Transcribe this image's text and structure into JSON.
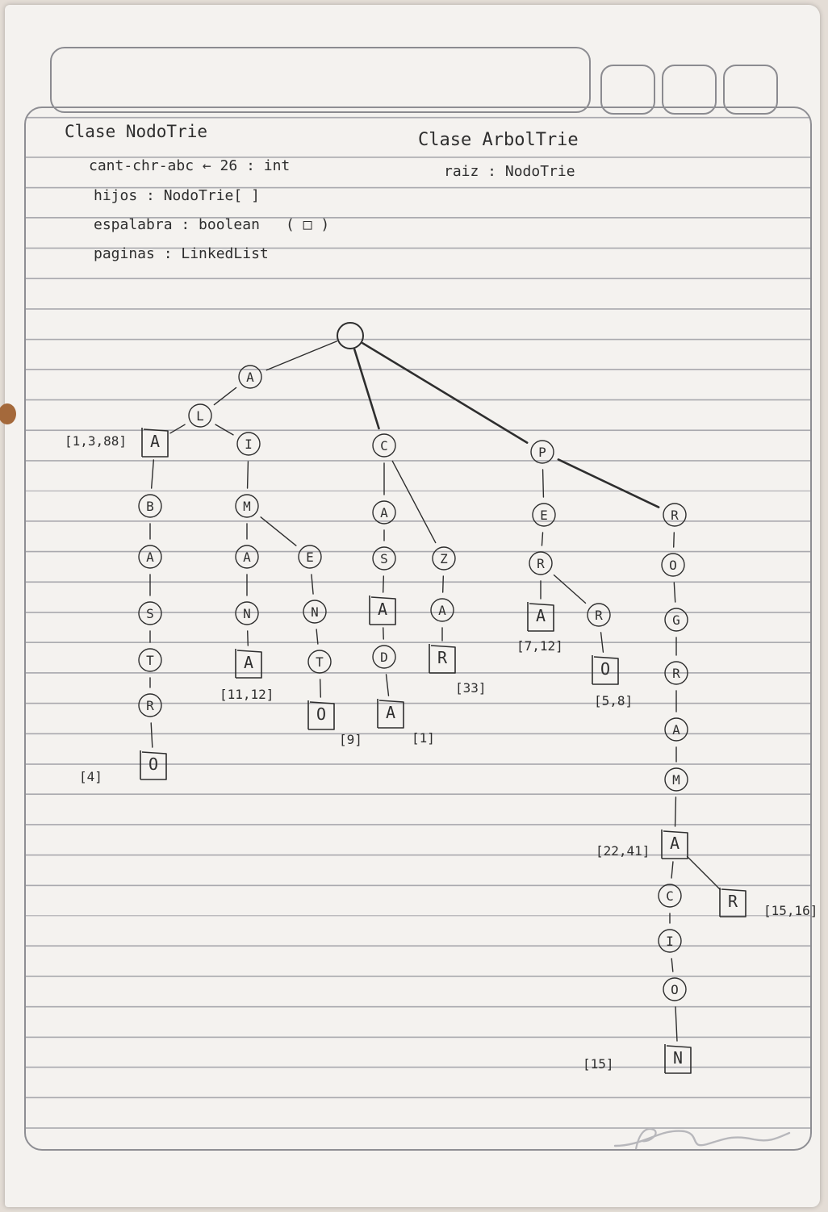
{
  "class_nodo": {
    "title": "Clase NodoTrie",
    "attrs": [
      "cant-chr-abc ← 26 : int",
      "hijos : NodoTrie[ ]",
      "espalabra : boolean",
      "paginas : LinkedList"
    ],
    "box_note": "( □ )"
  },
  "class_arbol": {
    "title": "Clase ArbolTrie",
    "attr": "raiz : NodoTrie"
  },
  "trie": {
    "nodes": [
      {
        "id": "root",
        "letter": ""
      },
      {
        "id": "a1",
        "letter": "A"
      },
      {
        "id": "l1",
        "letter": "L"
      },
      {
        "id": "a2",
        "letter": "A",
        "word_end": true,
        "pages": "[1,3,88]"
      },
      {
        "id": "b1",
        "letter": "B"
      },
      {
        "id": "a3",
        "letter": "A"
      },
      {
        "id": "s1",
        "letter": "S"
      },
      {
        "id": "t1",
        "letter": "T"
      },
      {
        "id": "r1",
        "letter": "R"
      },
      {
        "id": "o1",
        "letter": "O",
        "word_end": true,
        "pages": "[4]"
      },
      {
        "id": "i1",
        "letter": "I"
      },
      {
        "id": "m1",
        "letter": "M"
      },
      {
        "id": "a4",
        "letter": "A"
      },
      {
        "id": "n1",
        "letter": "N"
      },
      {
        "id": "a5",
        "letter": "A",
        "word_end": true,
        "pages": "[11,12]"
      },
      {
        "id": "e1",
        "letter": "E"
      },
      {
        "id": "n2",
        "letter": "N"
      },
      {
        "id": "t2",
        "letter": "T"
      },
      {
        "id": "o2",
        "letter": "O",
        "word_end": true,
        "pages": "[9]"
      },
      {
        "id": "c1",
        "letter": "C"
      },
      {
        "id": "a6",
        "letter": "A"
      },
      {
        "id": "s2",
        "letter": "S"
      },
      {
        "id": "a7",
        "letter": "A",
        "word_end": true
      },
      {
        "id": "d1",
        "letter": "D"
      },
      {
        "id": "a8",
        "letter": "A",
        "word_end": true,
        "pages": "[1]"
      },
      {
        "id": "z1",
        "letter": "Z"
      },
      {
        "id": "a9",
        "letter": "A"
      },
      {
        "id": "r2",
        "letter": "R",
        "word_end": true,
        "pages": "[33]"
      },
      {
        "id": "p1",
        "letter": "P"
      },
      {
        "id": "e2",
        "letter": "E"
      },
      {
        "id": "r3",
        "letter": "R"
      },
      {
        "id": "a10",
        "letter": "A",
        "word_end": true,
        "pages": "[7,12]"
      },
      {
        "id": "r4",
        "letter": "R"
      },
      {
        "id": "o3",
        "letter": "O",
        "word_end": true,
        "pages": "[5,8]"
      },
      {
        "id": "r5",
        "letter": "R"
      },
      {
        "id": "o4",
        "letter": "O"
      },
      {
        "id": "g1",
        "letter": "G"
      },
      {
        "id": "r6",
        "letter": "R"
      },
      {
        "id": "a11",
        "letter": "A"
      },
      {
        "id": "m2",
        "letter": "M"
      },
      {
        "id": "a12",
        "letter": "A",
        "word_end": true,
        "pages": "[22,41]"
      },
      {
        "id": "r7",
        "letter": "R",
        "word_end": true,
        "pages": "[15,16]"
      },
      {
        "id": "c2",
        "letter": "C"
      },
      {
        "id": "i2",
        "letter": "I"
      },
      {
        "id": "o5",
        "letter": "O"
      },
      {
        "id": "n3",
        "letter": "N",
        "word_end": true,
        "pages": "[15]"
      }
    ],
    "edges": [
      [
        "root",
        "a1"
      ],
      [
        "a1",
        "l1"
      ],
      [
        "l1",
        "a2"
      ],
      [
        "a2",
        "b1"
      ],
      [
        "b1",
        "a3"
      ],
      [
        "a3",
        "s1"
      ],
      [
        "s1",
        "t1"
      ],
      [
        "t1",
        "r1"
      ],
      [
        "r1",
        "o1"
      ],
      [
        "l1",
        "i1"
      ],
      [
        "i1",
        "m1"
      ],
      [
        "m1",
        "a4"
      ],
      [
        "a4",
        "n1"
      ],
      [
        "n1",
        "a5"
      ],
      [
        "m1",
        "e1"
      ],
      [
        "e1",
        "n2"
      ],
      [
        "n2",
        "t2"
      ],
      [
        "t2",
        "o2"
      ],
      [
        "root",
        "c1"
      ],
      [
        "c1",
        "a6"
      ],
      [
        "a6",
        "s2"
      ],
      [
        "s2",
        "a7"
      ],
      [
        "a7",
        "d1"
      ],
      [
        "d1",
        "a8"
      ],
      [
        "c1",
        "z1"
      ],
      [
        "z1",
        "a9"
      ],
      [
        "a9",
        "r2"
      ],
      [
        "root",
        "p1"
      ],
      [
        "p1",
        "e2"
      ],
      [
        "e2",
        "r3"
      ],
      [
        "r3",
        "a10"
      ],
      [
        "r3",
        "r4"
      ],
      [
        "r4",
        "o3"
      ],
      [
        "p1",
        "r5"
      ],
      [
        "r5",
        "o4"
      ],
      [
        "o4",
        "g1"
      ],
      [
        "g1",
        "r6"
      ],
      [
        "r6",
        "a11"
      ],
      [
        "a11",
        "m2"
      ],
      [
        "m2",
        "a12"
      ],
      [
        "a12",
        "r7"
      ],
      [
        "a12",
        "c2"
      ],
      [
        "c2",
        "i2"
      ],
      [
        "i2",
        "o5"
      ],
      [
        "o5",
        "n3"
      ]
    ]
  },
  "colors": {
    "ink": "#2e2e2e",
    "paper": "#f4f2ef",
    "rule": "#a9a9ae"
  },
  "icons": {
    "brand": "brand-logo-icon",
    "binding_hole": "binding-hole-icon"
  }
}
